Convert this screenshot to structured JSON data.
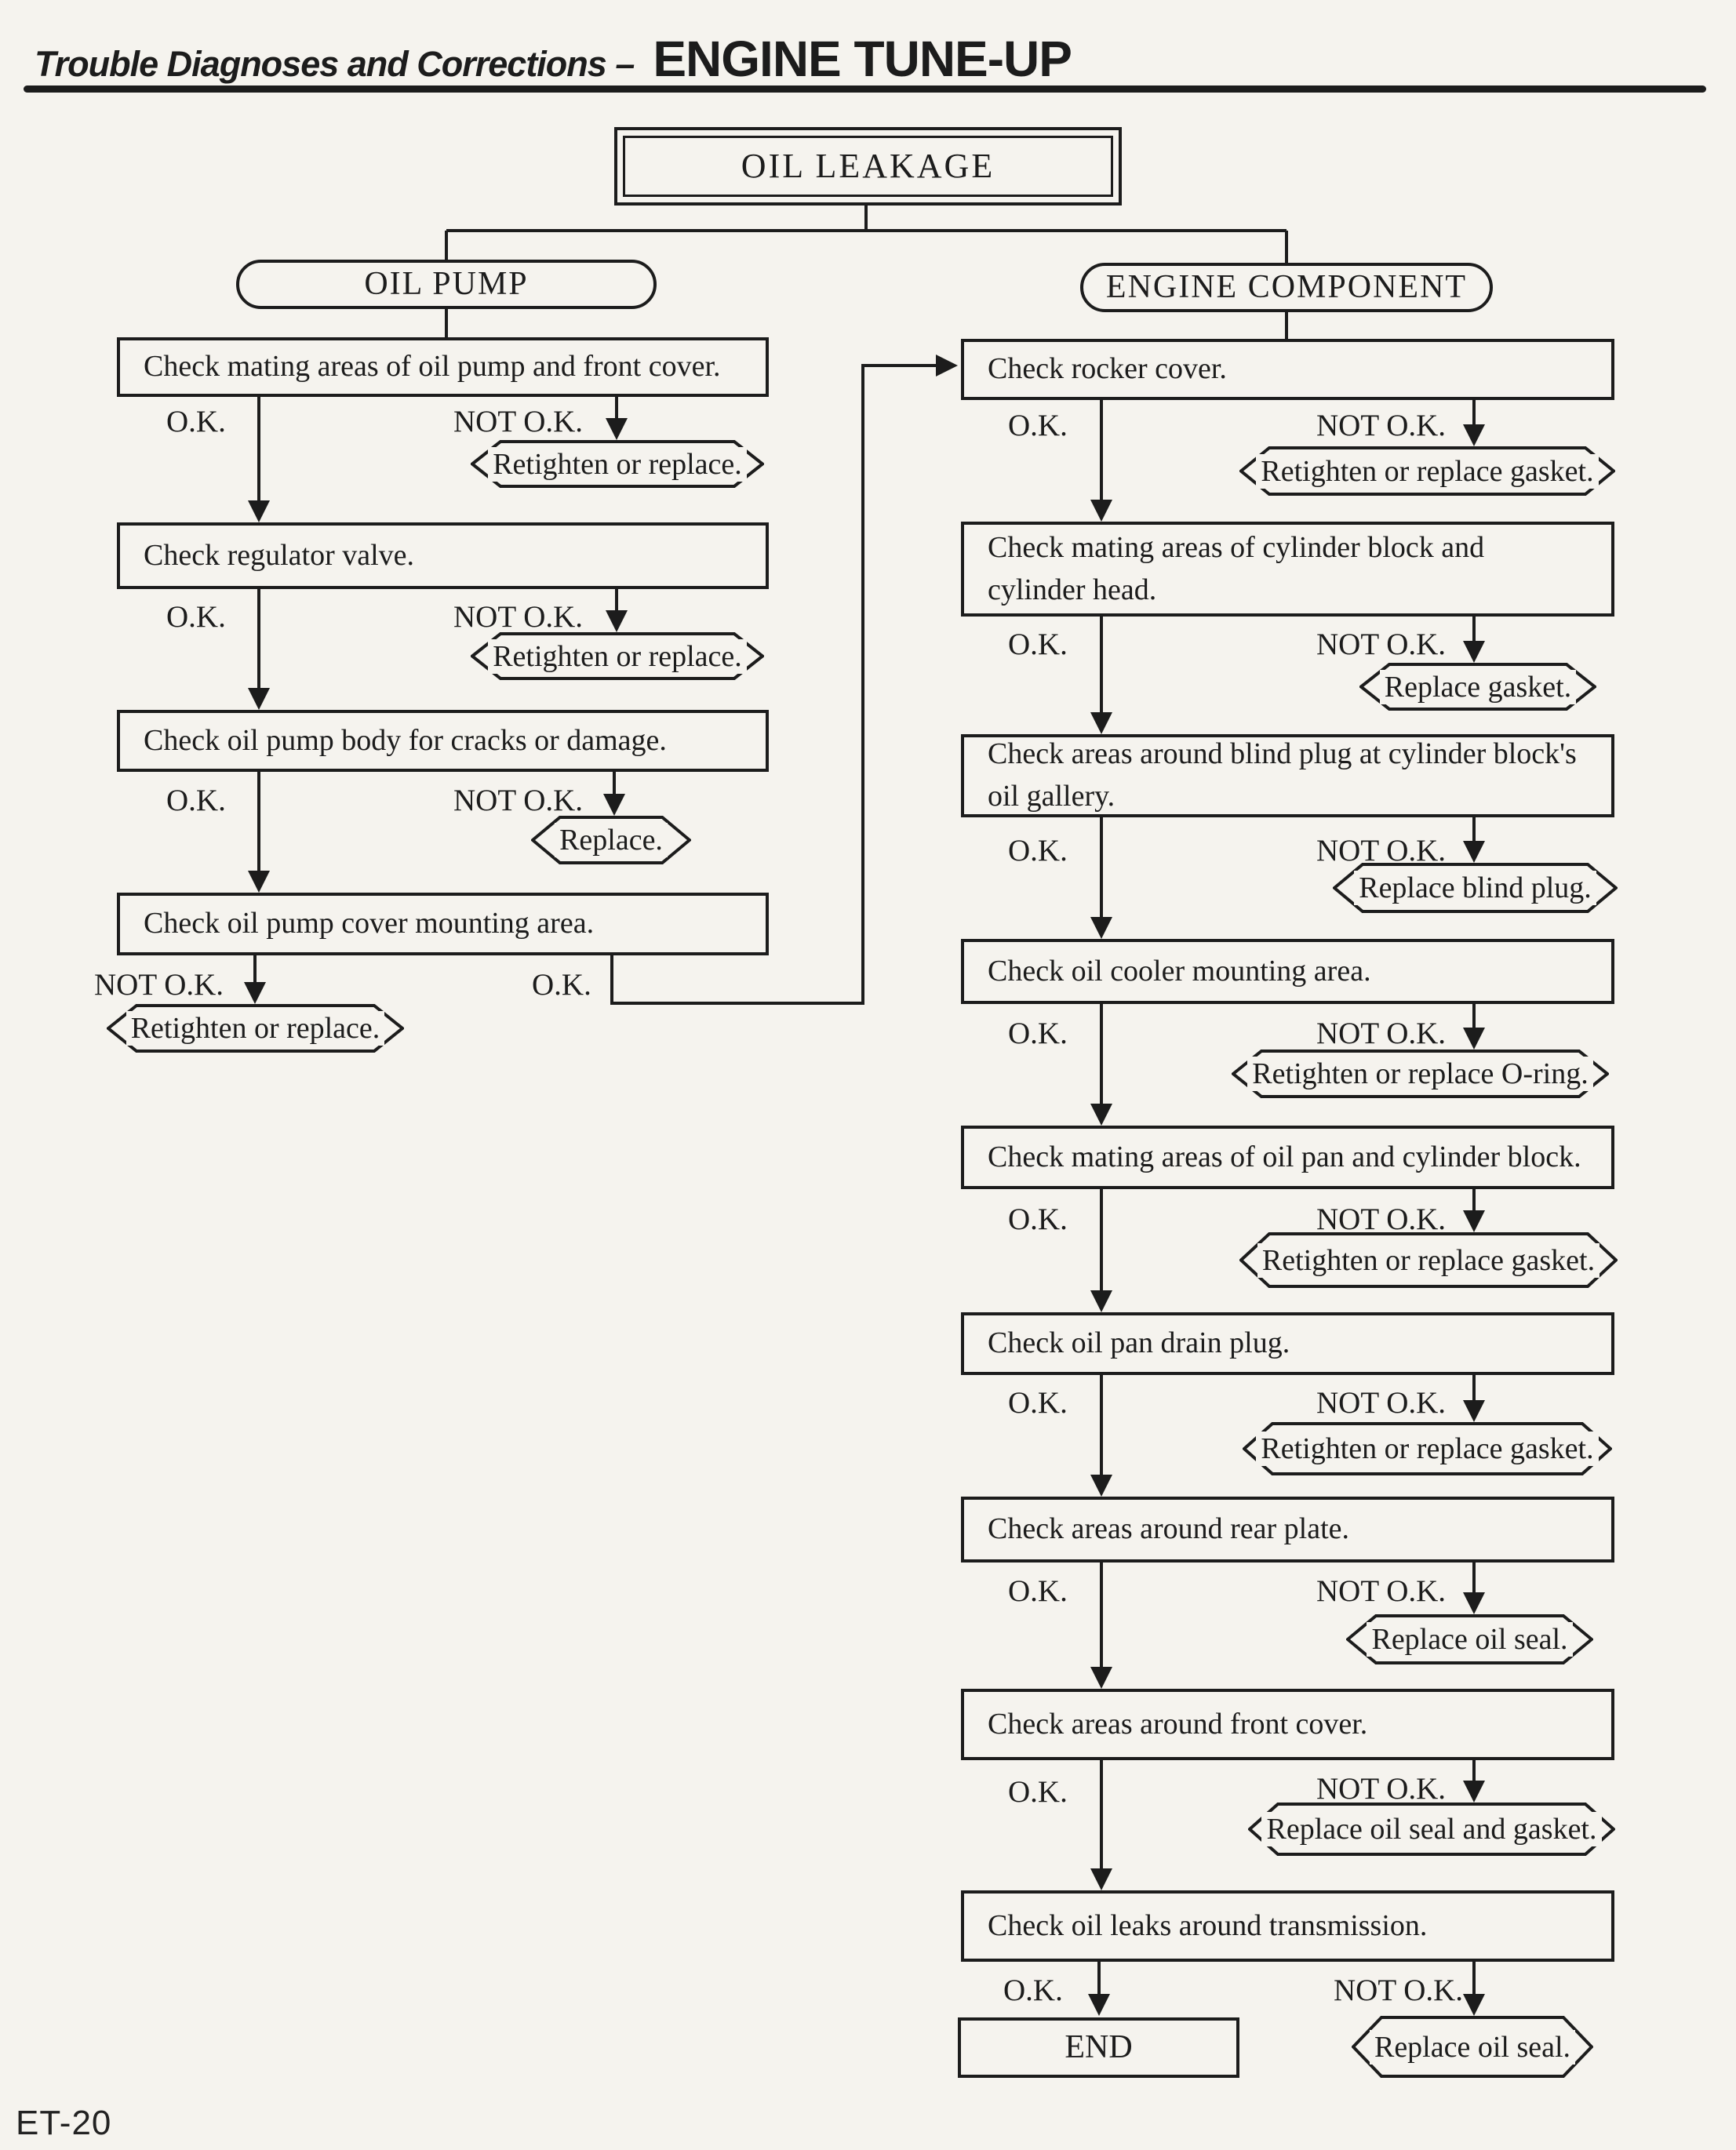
{
  "header": {
    "section": "Trouble Diagnoses and Corrections –",
    "title": "ENGINE TUNE-UP"
  },
  "page_number": "ET-20",
  "colors": {
    "ink": "#1c1c1c",
    "paper": "#f5f3ee"
  },
  "flowchart": {
    "root": "OIL LEAKAGE",
    "branch_left": "OIL PUMP",
    "branch_right": "ENGINE COMPONENT",
    "ok": "O.K.",
    "not_ok": "NOT O.K.",
    "end": "END",
    "left_steps": [
      {
        "check": "Check mating areas of oil pump and front cover.",
        "action": "Retighten or replace."
      },
      {
        "check": "Check regulator valve.",
        "action": "Retighten or replace."
      },
      {
        "check": "Check oil pump body for cracks or damage.",
        "action": "Replace."
      },
      {
        "check": "Check oil pump cover mounting area.",
        "action": "Retighten or replace."
      }
    ],
    "right_steps": [
      {
        "check": "Check rocker cover.",
        "action": "Retighten or replace gasket."
      },
      {
        "check": "Check mating areas of cylinder block and\ncylinder head.",
        "action": "Replace gasket."
      },
      {
        "check": "Check areas around blind plug at cylinder block's\noil gallery.",
        "action": "Replace blind plug."
      },
      {
        "check": "Check oil cooler mounting area.",
        "action": "Retighten or replace O-ring."
      },
      {
        "check": "Check mating areas of oil pan and cylinder block.",
        "action": "Retighten or replace gasket."
      },
      {
        "check": "Check oil pan drain plug.",
        "action": "Retighten or replace gasket."
      },
      {
        "check": "Check areas around rear plate.",
        "action": "Replace oil seal."
      },
      {
        "check": "Check areas around front cover.",
        "action": "Replace oil seal and gasket."
      },
      {
        "check": "Check oil leaks around transmission.",
        "action": "Replace oil seal."
      }
    ]
  }
}
